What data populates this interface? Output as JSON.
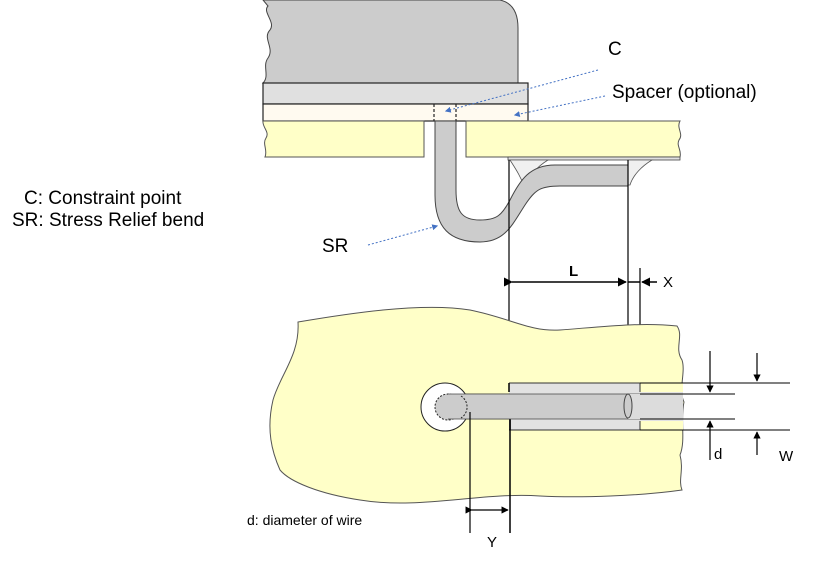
{
  "diagram": {
    "legend": {
      "items": [
        {
          "key": "C",
          "text": "C: Constraint point"
        },
        {
          "key": "SR",
          "text": "SR: Stress Relief bend"
        }
      ]
    },
    "callouts": {
      "constraint": "C",
      "spacer": "Spacer (optional)",
      "stress_relief": "SR"
    },
    "dimensions": {
      "length": "L",
      "offset_x": "X",
      "offset_y": "Y",
      "wire_diameter": "d",
      "pad_width": "W"
    },
    "note": "d: diameter of wire",
    "colors": {
      "component_body": "#cccccc",
      "spacer_plate": "#e0e0e0",
      "spacer_layer": "#fffaf0",
      "pcb": "#ffffc8",
      "wire": "#cccccc",
      "pad": "#e2e2e2",
      "hole_ring": "#ffffff",
      "callout_arrow": "#4472c4",
      "outline": "#000000"
    }
  }
}
